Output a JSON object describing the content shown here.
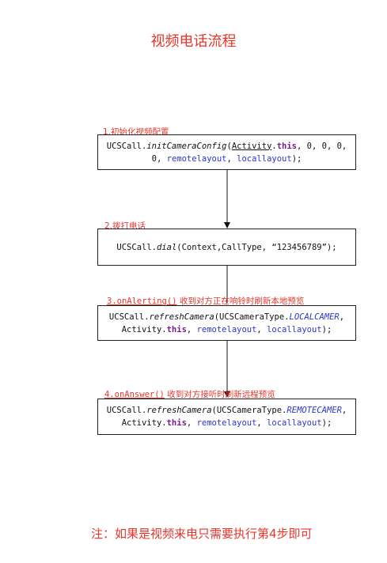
{
  "title": "视频电话流程",
  "steps": [
    {
      "label": "1.初始化视频配置",
      "lines": [
        [
          "UCSCall.",
          "initCameraConfig",
          "(",
          "Activity",
          ".",
          "this",
          ", 0, 0, 0,"
        ],
        [
          "0, ",
          "remotelayout",
          ", ",
          "locallayout",
          ");"
        ]
      ]
    },
    {
      "label": "2.拨打电话",
      "line": [
        "UCSCall.",
        "dial",
        "(Context,CallType, “123456789”);"
      ]
    },
    {
      "label_code": "3.onAlerting()",
      "label_text": " 收到对方正在响铃时刷新本地预览",
      "lines": [
        [
          "UCSCall.",
          "refreshCamera",
          "(UCSCameraType.",
          "LOCALCAMER",
          ","
        ],
        [
          "Activity.",
          "this",
          ", ",
          "remotelayout",
          ", ",
          "locallayout",
          ");"
        ]
      ]
    },
    {
      "label_code": "4.onAnswer()",
      "label_text": " 收到对方接听时刷新远程预览",
      "lines": [
        [
          "UCSCall.",
          "refreshCamera",
          "(UCSCameraType.",
          "REMOTECAMER",
          ","
        ],
        [
          "Activity.",
          "this",
          ", ",
          "remotelayout",
          ", ",
          "locallayout",
          ");"
        ]
      ]
    }
  ],
  "note": "注：如果是视频来电只需要执行第4步即可"
}
